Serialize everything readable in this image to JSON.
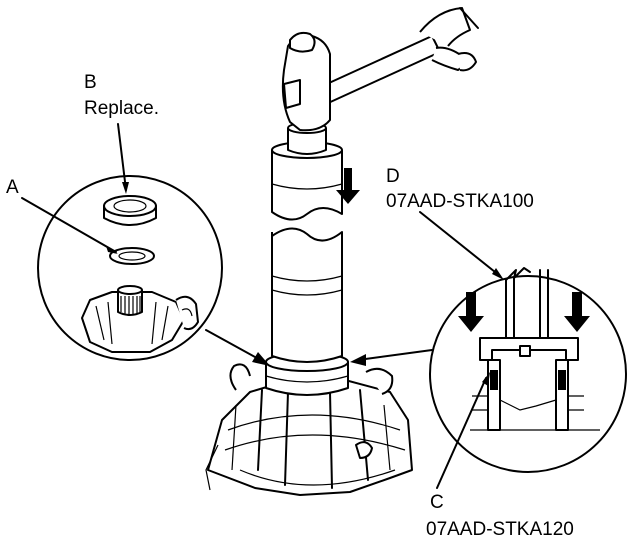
{
  "callouts": {
    "a": {
      "letter": "A"
    },
    "b": {
      "letter": "B",
      "note": "Replace."
    },
    "c": {
      "letter": "C",
      "part_number": "07AAD-STKA120"
    },
    "d": {
      "letter": "D",
      "part_number": "07AAD-STKA100"
    }
  },
  "colors": {
    "ink": "#000000",
    "paper": "#ffffff"
  }
}
